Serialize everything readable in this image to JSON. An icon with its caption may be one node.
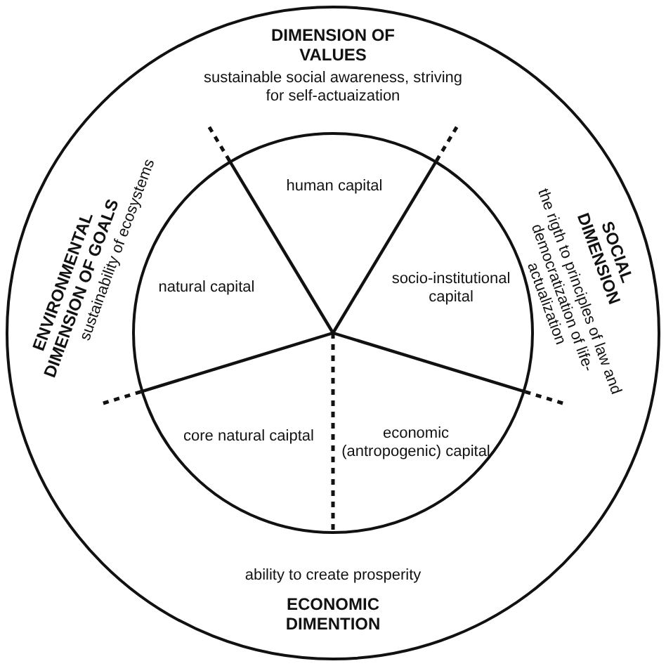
{
  "diagram": {
    "nodes": [
      {
        "text": [],
        "shape": "circle"
      },
      {
        "text": [],
        "shape": "circle",
        "in": 0
      },
      {
        "text": [
          "human capital"
        ],
        "in": 1
      },
      {
        "text": [
          "natural capital"
        ],
        "in": 1
      },
      {
        "text": [
          "socio-institutional capital"
        ],
        "in": 1
      },
      {
        "text": [
          "core natural caiptal"
        ],
        "in": 1
      },
      {
        "text": [
          "economic (antropogenic) capital"
        ],
        "in": 1
      }
    ],
    "edges": [],
    "labels": [
      "DIMENSION OF VALUES",
      "sustainable social awareness, striving for self-actuaization",
      "ENVIRONMENTAL DIMENSION OF GOALS",
      "sustainability of ecosystems",
      "SOCIAL DIMENSION",
      "the rigth to principles of law and democratization of life-actualization",
      "ability to create prosperity",
      "ECONOMIC DIMENTION"
    ]
  }
}
